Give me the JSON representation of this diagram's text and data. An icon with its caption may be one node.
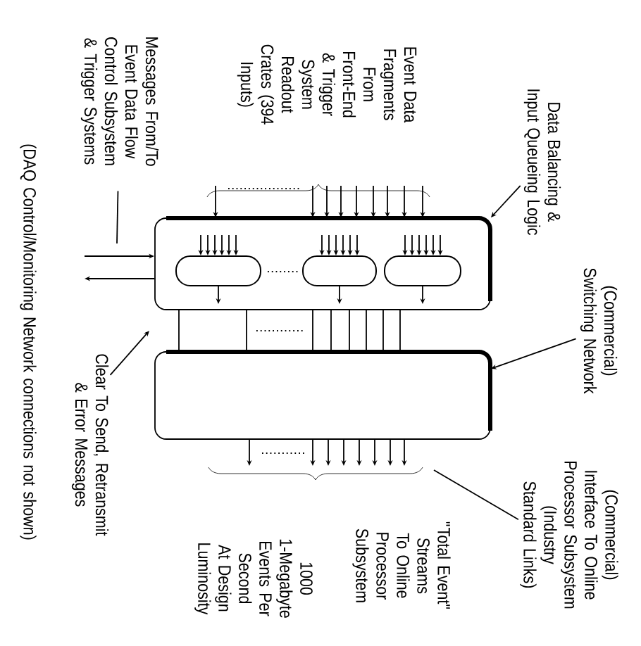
{
  "diagram": {
    "caption": "(DAQ Control/Monitoring Network connections not shown)",
    "nodes": [
      {
        "text": [
          "Messages From/To Event Data Flow Control Subsystem & Trigger Systems"
        ]
      },
      {
        "text": [
          "Event Data Fragments From Front-End & Trigger System Readout Crates (394 Inputs)"
        ]
      },
      {
        "text": [
          "Data Balancing & Input Queueing Logic"
        ]
      },
      {
        "text": [],
        "shape": "box"
      },
      {
        "text": [],
        "shape": "box",
        "in": 3
      },
      {
        "text": [],
        "shape": "box",
        "in": 3
      },
      {
        "text": [],
        "shape": "box",
        "in": 3
      },
      {
        "text": [
          "(Commercial) Switching Network"
        ]
      },
      {
        "text": [],
        "shape": "box"
      },
      {
        "text": [
          "Clear To Send, Retransmit & Error Messages"
        ]
      },
      {
        "text": [
          "(Commercial) Interface To Online Processor Subsystem",
          "(Industry Standard Links)"
        ]
      },
      {
        "text": [
          "\"Total Event\" Streams To Online Processor Subsystem"
        ]
      },
      {
        "text": [
          "1000 1-Megabyte Events Per Second At Design Luminosity"
        ]
      }
    ],
    "edges": [
      {
        "from": 0,
        "to": null,
        "arrow": "none"
      },
      {
        "from": null,
        "to": 3,
        "arrow": "to"
      },
      {
        "from": 3,
        "to": null,
        "arrow": "to"
      },
      {
        "from": null,
        "to": 3,
        "arrow": "to"
      },
      {
        "from": null,
        "to": 3,
        "arrow": "to"
      },
      {
        "from": null,
        "to": 3,
        "arrow": "to"
      },
      {
        "from": null,
        "to": 3,
        "arrow": "to"
      },
      {
        "from": null,
        "to": 3,
        "arrow": "to"
      },
      {
        "from": null,
        "to": 3,
        "arrow": "to"
      },
      {
        "from": null,
        "to": 3,
        "arrow": "to"
      },
      {
        "from": null,
        "to": 3,
        "arrow": "to"
      },
      {
        "from": null,
        "to": 3,
        "arrow": "to"
      },
      {
        "from": null,
        "to": 4,
        "arrow": "to"
      },
      {
        "from": null,
        "to": 4,
        "arrow": "to"
      },
      {
        "from": null,
        "to": 4,
        "arrow": "to"
      },
      {
        "from": null,
        "to": 4,
        "arrow": "to"
      },
      {
        "from": null,
        "to": 4,
        "arrow": "to"
      },
      {
        "from": null,
        "to": 4,
        "arrow": "to"
      },
      {
        "from": null,
        "to": 5,
        "arrow": "to"
      },
      {
        "from": null,
        "to": 5,
        "arrow": "to"
      },
      {
        "from": null,
        "to": 5,
        "arrow": "to"
      },
      {
        "from": null,
        "to": 5,
        "arrow": "to"
      },
      {
        "from": null,
        "to": 5,
        "arrow": "to"
      },
      {
        "from": null,
        "to": 5,
        "arrow": "to"
      },
      {
        "from": null,
        "to": 6,
        "arrow": "to"
      },
      {
        "from": null,
        "to": 6,
        "arrow": "to"
      },
      {
        "from": null,
        "to": 6,
        "arrow": "to"
      },
      {
        "from": null,
        "to": 6,
        "arrow": "to"
      },
      {
        "from": null,
        "to": 6,
        "arrow": "to"
      },
      {
        "from": null,
        "to": 6,
        "arrow": "to"
      },
      {
        "from": 4,
        "to": null,
        "arrow": "to"
      },
      {
        "from": 5,
        "to": null,
        "arrow": "to"
      },
      {
        "from": 6,
        "to": null,
        "arrow": "to"
      },
      {
        "from": 3,
        "to": 8,
        "arrow": "none"
      },
      {
        "from": 3,
        "to": 8,
        "arrow": "none"
      },
      {
        "from": 3,
        "to": 8,
        "arrow": "none"
      },
      {
        "from": 3,
        "to": 8,
        "arrow": "none"
      },
      {
        "from": 3,
        "to": 8,
        "arrow": "none"
      },
      {
        "from": 3,
        "to": 8,
        "arrow": "none"
      },
      {
        "from": 3,
        "to": 8,
        "arrow": "none"
      },
      {
        "from": 3,
        "to": 8,
        "arrow": "none"
      },
      {
        "from": 8,
        "to": null,
        "arrow": "to"
      },
      {
        "from": 8,
        "to": null,
        "arrow": "to"
      },
      {
        "from": 8,
        "to": null,
        "arrow": "to"
      },
      {
        "from": 8,
        "to": null,
        "arrow": "to"
      },
      {
        "from": 8,
        "to": null,
        "arrow": "to"
      },
      {
        "from": 8,
        "to": null,
        "arrow": "to"
      },
      {
        "from": 8,
        "to": null,
        "arrow": "to"
      },
      {
        "from": 8,
        "to": null,
        "arrow": "to"
      },
      {
        "from": 2,
        "to": 3,
        "arrow": "to"
      },
      {
        "from": 7,
        "to": 8,
        "arrow": "to"
      },
      {
        "from": 9,
        "to": null,
        "arrow": "to"
      },
      {
        "from": 10,
        "to": null,
        "arrow": "none"
      }
    ]
  }
}
